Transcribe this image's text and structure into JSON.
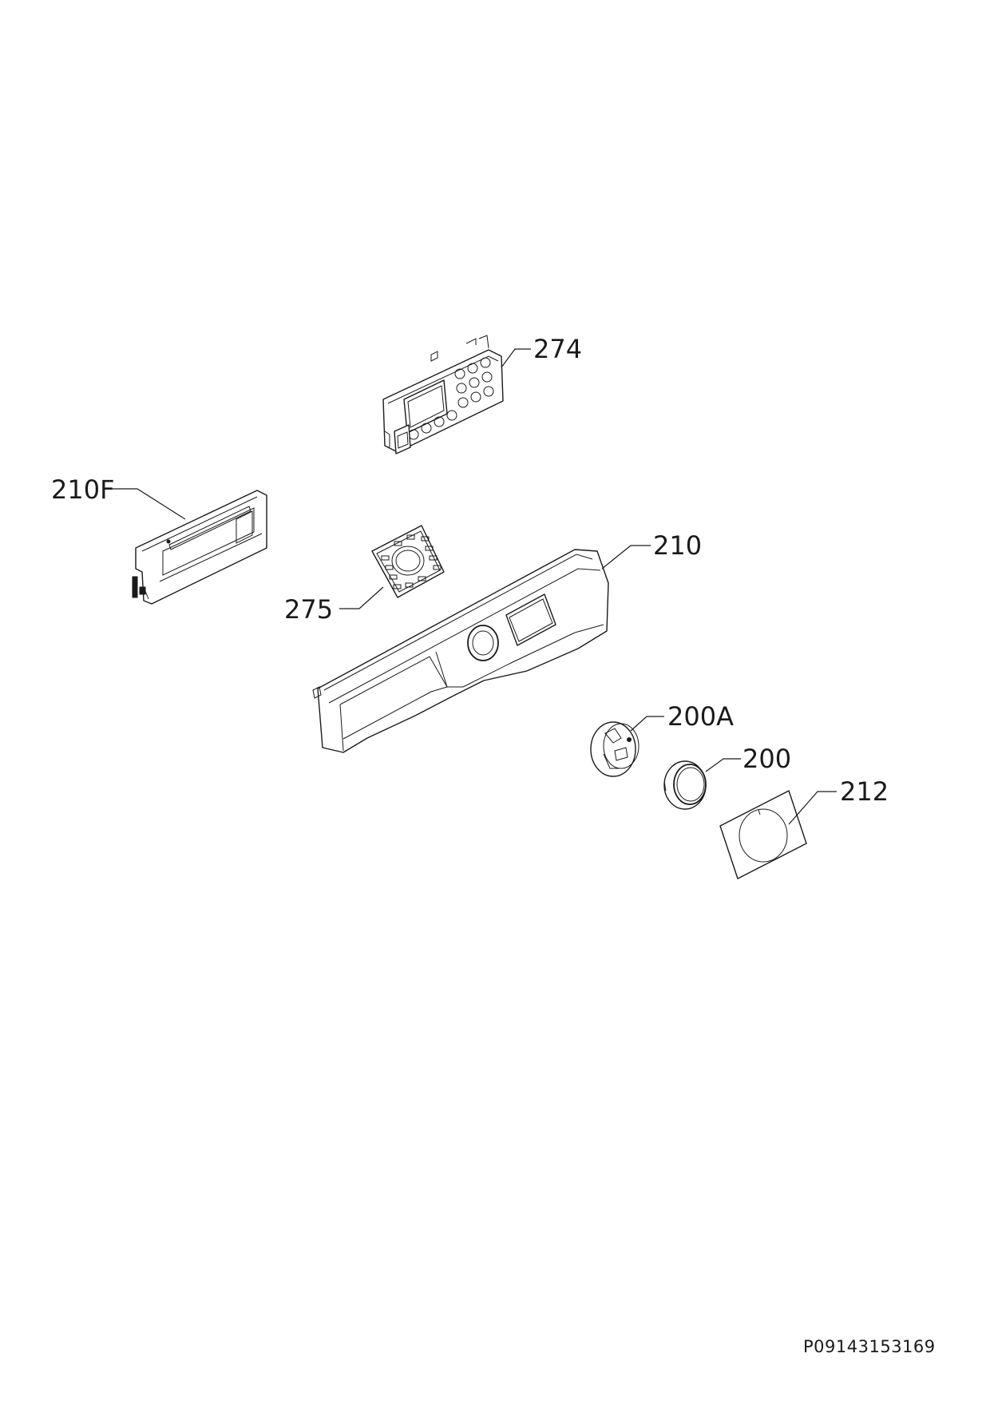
{
  "parts": [
    {
      "id": "p274",
      "label": "274"
    },
    {
      "id": "p210F",
      "label": "210F"
    },
    {
      "id": "p210",
      "label": "210"
    },
    {
      "id": "p275",
      "label": "275"
    },
    {
      "id": "p200A",
      "label": "200A"
    },
    {
      "id": "p200",
      "label": "200"
    },
    {
      "id": "p212",
      "label": "212"
    }
  ],
  "document_id": "P09143153169"
}
